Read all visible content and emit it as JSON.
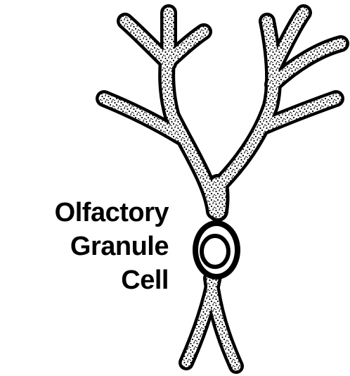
{
  "label": {
    "lines": [
      "Olfactory",
      "Granule",
      "Cell"
    ]
  },
  "colors": {
    "ink": "#000000",
    "paper": "#ffffff",
    "stipple": "#000000"
  },
  "icons": {
    "cell_body": "neuron-soma-icon",
    "nucleus": "nucleus-icon"
  }
}
